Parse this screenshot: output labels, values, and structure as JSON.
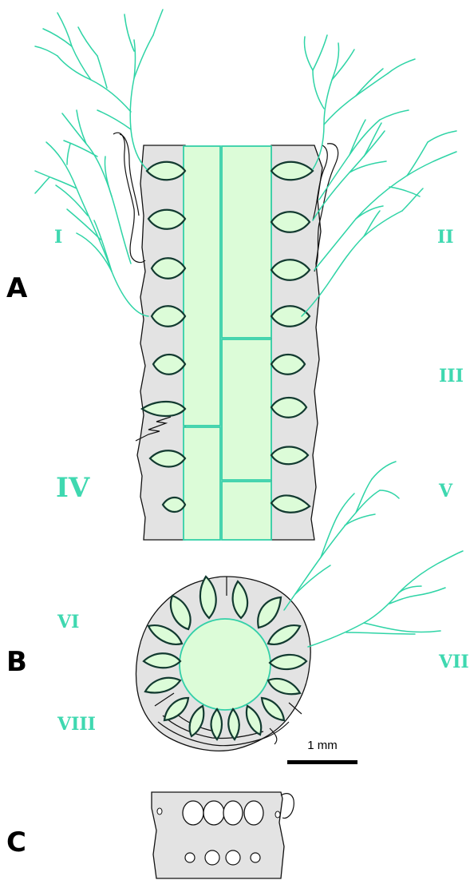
{
  "panels": {
    "a": "A",
    "b": "B",
    "c": "C"
  },
  "labels": {
    "i": "I",
    "ii": "II",
    "iii": "III",
    "iv": "IV",
    "v": "V",
    "vi": "VI",
    "vii": "VII",
    "viii": "VIII"
  },
  "scale_bar": {
    "label": "1 mm"
  },
  "colors": {
    "branch": "#2fd4a6",
    "label": "#3fd8b0",
    "cell_fill": "#dcfcd8",
    "tissue_fill": "#e3e3e3"
  }
}
